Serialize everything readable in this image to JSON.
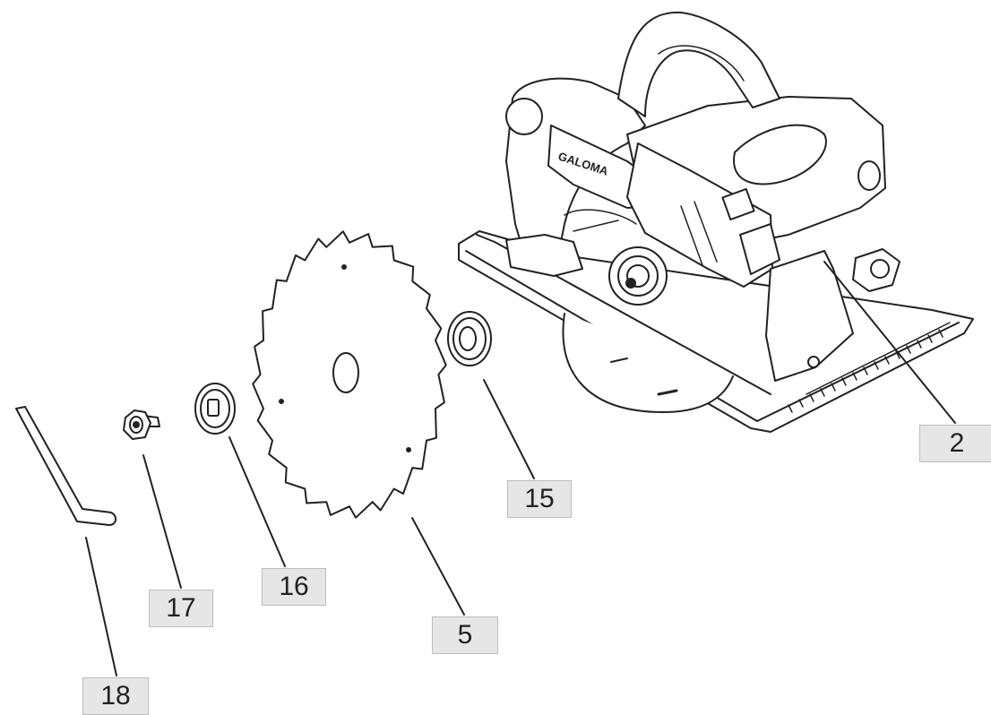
{
  "diagram": {
    "brand_mark": "GALOMA",
    "callouts": {
      "saw_body": "2",
      "outer_flange": "15",
      "inner_flange": "16",
      "blade_bolt": "17",
      "saw_blade": "5",
      "hex_key": "18"
    }
  }
}
